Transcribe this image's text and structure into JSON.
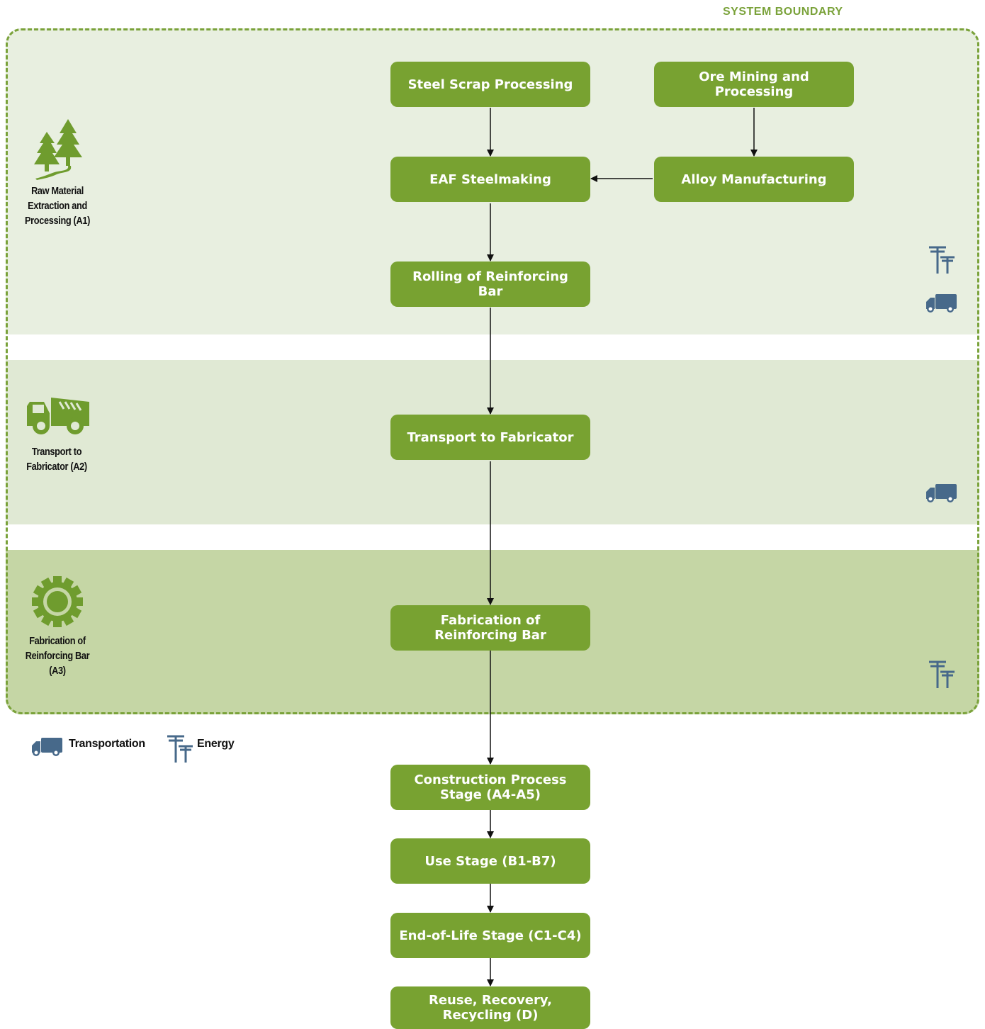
{
  "system_boundary": {
    "title": "SYSTEM BOUNDARY"
  },
  "stages": {
    "a1": "Raw Material Extraction and Processing (A1)",
    "a2": "Transport to Fabricator (A2)",
    "a3": "Fabrication of Reinforcing Bar (A3)"
  },
  "boxes": {
    "steel_scrap": "Steel Scrap Processing",
    "ore_mining": "Ore Mining and Processing",
    "eaf": "EAF Steelmaking",
    "alloy": "Alloy Manufacturing",
    "rolling": "Rolling of Reinforcing Bar",
    "transport": "Transport to Fabricator",
    "fabrication": "Fabrication of Reinforcing Bar",
    "construction": "Construction Process Stage (A4-A5)",
    "use": "Use Stage (B1-B7)",
    "end_of_life": "End-of-Life Stage (C1-C4)",
    "reuse": "Reuse, Recovery, Recycling (D)"
  },
  "legend": {
    "transportation": "Transportation",
    "energy": "Energy"
  },
  "icons": {
    "a1": "trees-icon",
    "a2": "dump-truck-icon",
    "a3": "gear-icon",
    "transport": "truck-icon",
    "energy": "power-pole-icon"
  },
  "colors": {
    "box": "#78a231",
    "icon_green": "#6f9c2e",
    "icon_blue": "#47698a",
    "boundary": "#7aa23a"
  }
}
